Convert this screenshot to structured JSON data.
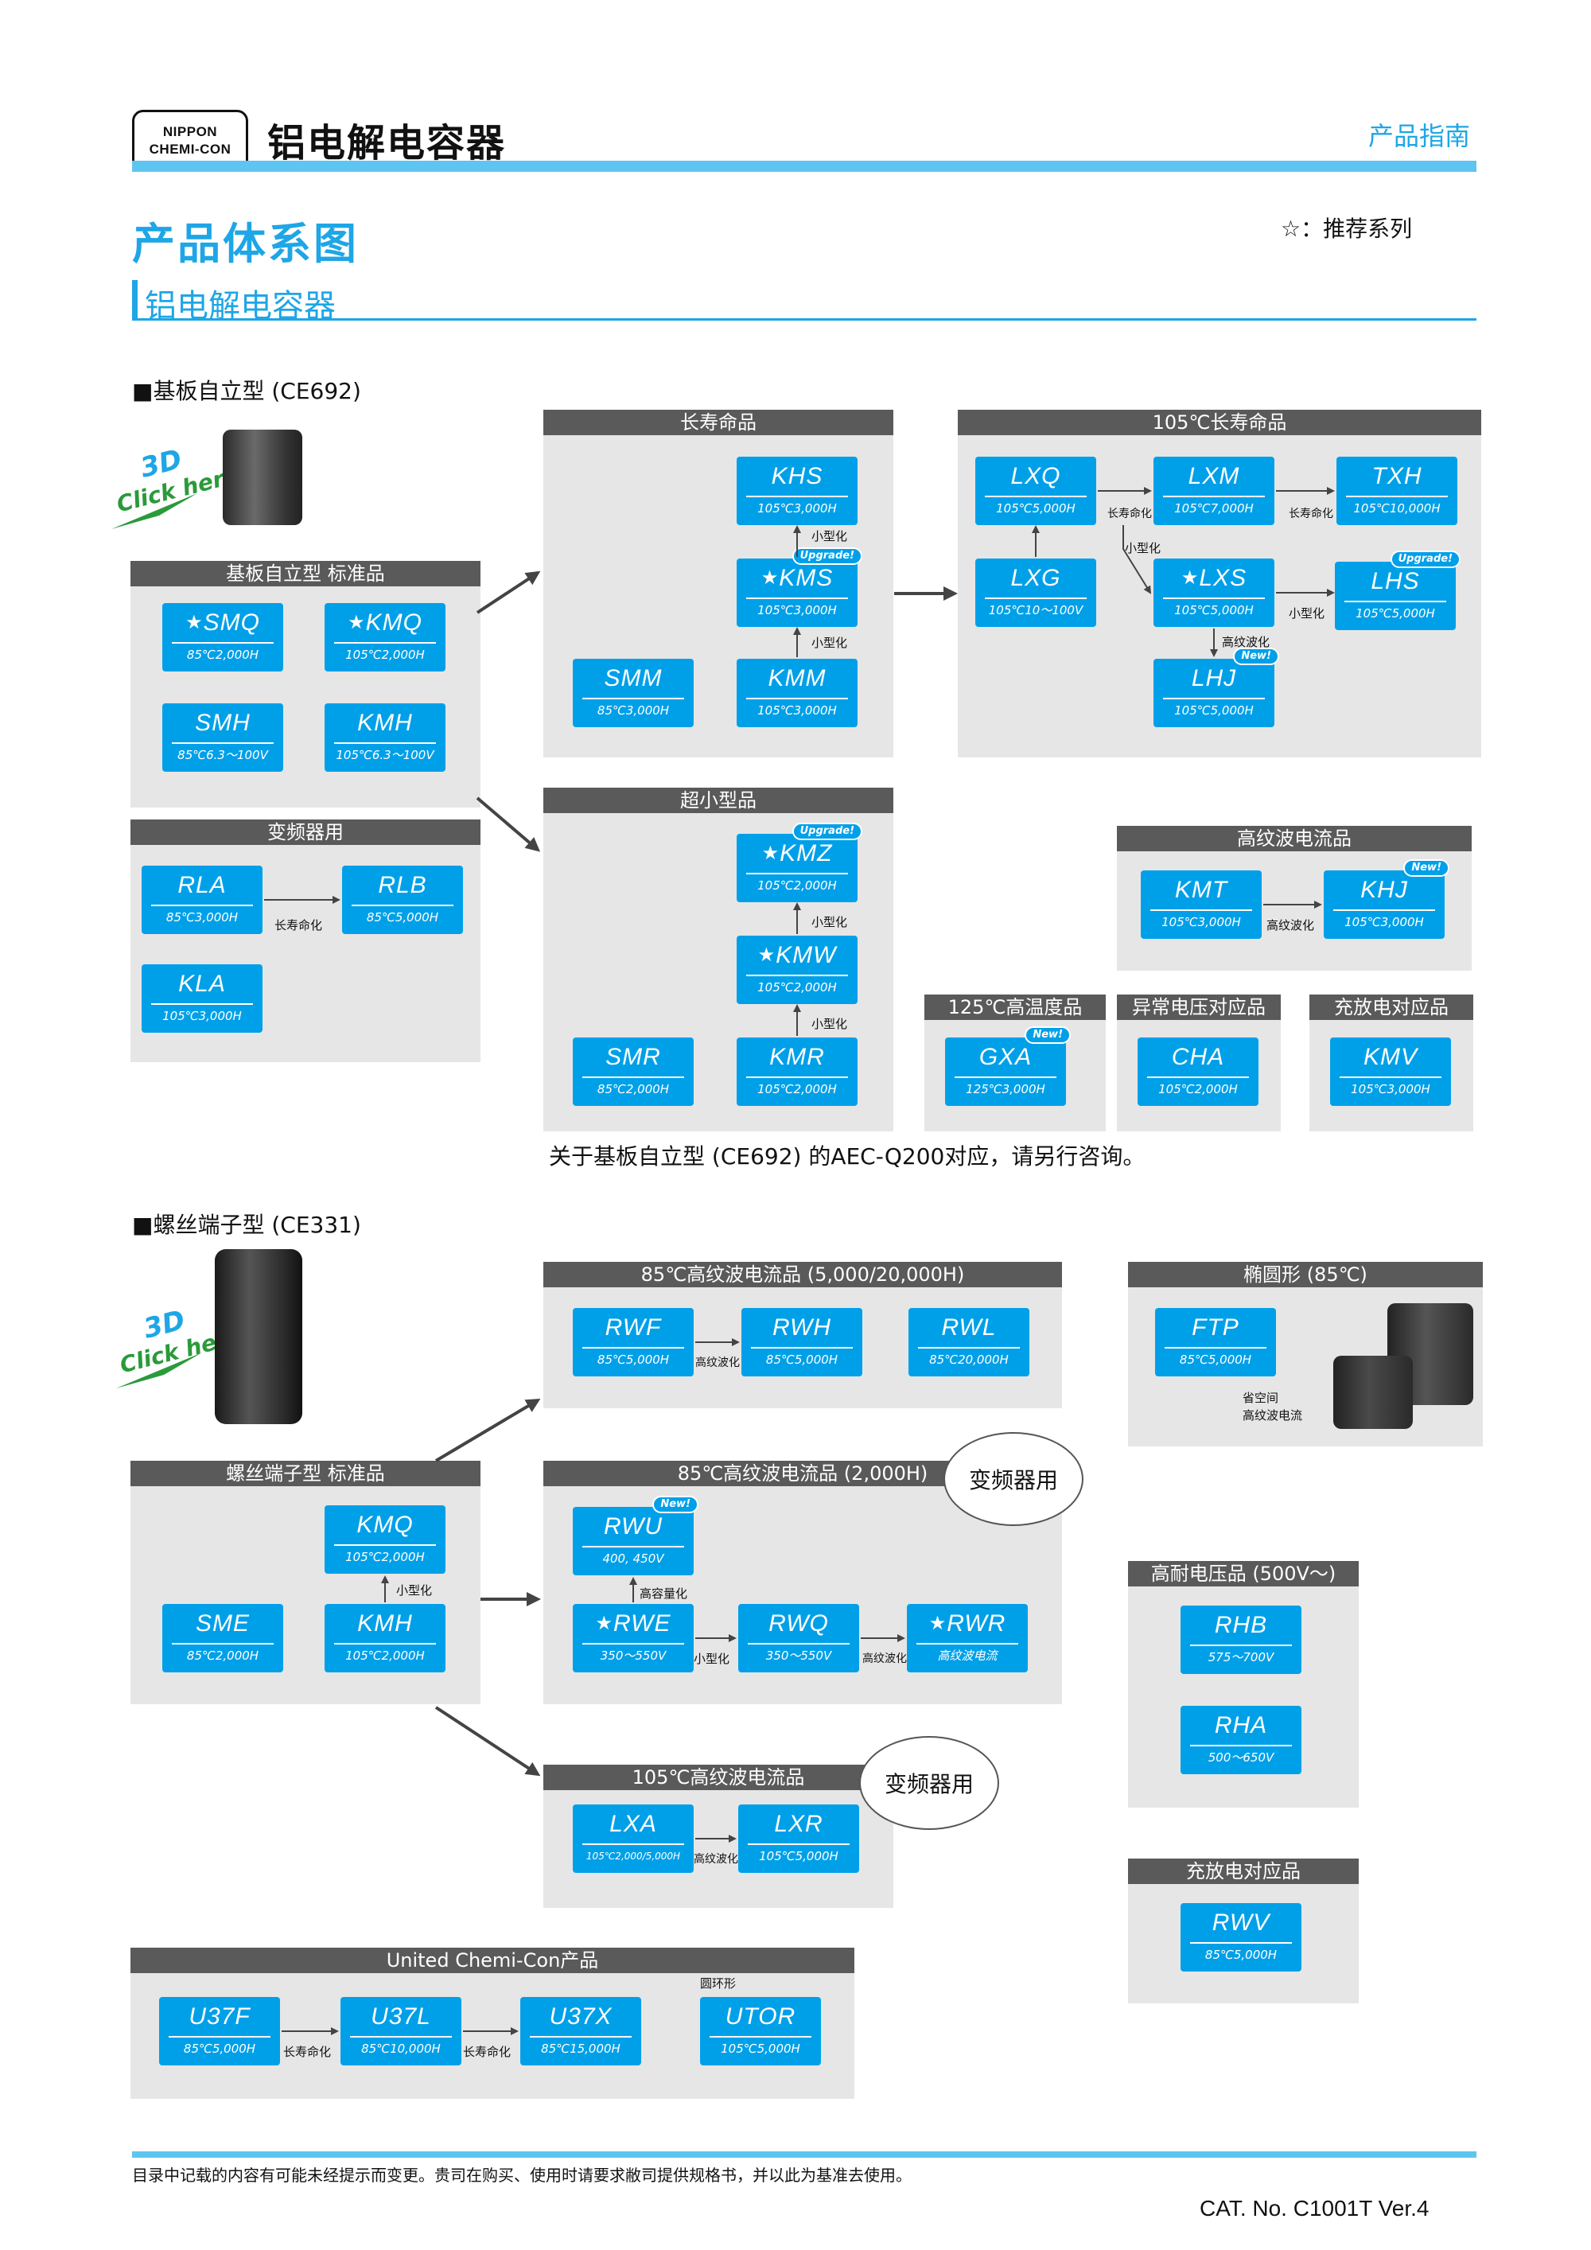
{
  "header": {
    "logo_line1": "NIPPON",
    "logo_line2": "CHEMI-CON",
    "title": "铝电解电容器",
    "guide": "产品指南"
  },
  "page": {
    "title": "产品体系图",
    "legend": "☆：推荐系列",
    "subtitle": "铝电解电容器"
  },
  "snap": {
    "heading": "■基板自立型 (CE692)",
    "click_3d": "3D",
    "click_text": "Click here!",
    "note": "关于基板自立型 (CE692) 的AEC-Q200对应，请另行咨询。",
    "panels": {
      "standard": "基板自立型 标准品",
      "inverter": "变频器用",
      "long_life": "长寿命品",
      "long_life_105": "105℃长寿命品",
      "ultra_small": "超小型品",
      "high_ripple": "高纹波电流品",
      "high_temp": "125℃高温度品",
      "abnormal_voltage": "异常电压对应品",
      "charge_discharge": "充放电对应品"
    },
    "series": {
      "SMQ": {
        "name": "SMQ",
        "spec": "85℃2,000H"
      },
      "KMQ": {
        "name": "KMQ",
        "spec": "105℃2,000H"
      },
      "SMH": {
        "name": "SMH",
        "spec": "85℃6.3～100V"
      },
      "KMH": {
        "name": "KMH",
        "spec": "105℃6.3～100V"
      },
      "RLA": {
        "name": "RLA",
        "spec": "85℃3,000H"
      },
      "RLB": {
        "name": "RLB",
        "spec": "85℃5,000H"
      },
      "KLA": {
        "name": "KLA",
        "spec": "105℃3,000H"
      },
      "KHS": {
        "name": "KHS",
        "spec": "105℃3,000H"
      },
      "KMS": {
        "name": "KMS",
        "spec": "105℃3,000H"
      },
      "SMM": {
        "name": "SMM",
        "spec": "85℃3,000H"
      },
      "KMM": {
        "name": "KMM",
        "spec": "105℃3,000H"
      },
      "LXQ": {
        "name": "LXQ",
        "spec": "105℃5,000H"
      },
      "LXM": {
        "name": "LXM",
        "spec": "105℃7,000H"
      },
      "TXH": {
        "name": "TXH",
        "spec": "105℃10,000H"
      },
      "LXG": {
        "name": "LXG",
        "spec": "105℃10～100V"
      },
      "LXS": {
        "name": "LXS",
        "spec": "105℃5,000H"
      },
      "LHS": {
        "name": "LHS",
        "spec": "105℃5,000H"
      },
      "LHJ": {
        "name": "LHJ",
        "spec": "105℃5,000H"
      },
      "KMZ": {
        "name": "KMZ",
        "spec": "105℃2,000H"
      },
      "KMW": {
        "name": "KMW",
        "spec": "105℃2,000H"
      },
      "SMR": {
        "name": "SMR",
        "spec": "85℃2,000H"
      },
      "KMR": {
        "name": "KMR",
        "spec": "105℃2,000H"
      },
      "KMT": {
        "name": "KMT",
        "spec": "105℃3,000H"
      },
      "KHJ": {
        "name": "KHJ",
        "spec": "105℃3,000H"
      },
      "GXA": {
        "name": "GXA",
        "spec": "125℃3,000H"
      },
      "CHA": {
        "name": "CHA",
        "spec": "105℃2,000H"
      },
      "KMV": {
        "name": "KMV",
        "spec": "105℃3,000H"
      }
    }
  },
  "screw": {
    "heading": "■螺丝端子型 (CE331)",
    "click_3d": "3D",
    "click_text": "Click here!",
    "panels": {
      "standard": "螺丝端子型 标准品",
      "ripple85_long": "85℃高纹波电流品 (5,000/20,000H)",
      "ripple85_2000": "85℃高纹波电流品 (2,000H)",
      "ripple105": "105℃高纹波电流品",
      "oval": "椭圆形 (85℃)",
      "high_voltage": "高耐电压品 (500V～)",
      "charge_discharge": "充放电对应品",
      "united": "United Chemi-Con产品"
    },
    "inverter_oval": "变频器用",
    "ftp_note1": "省空间",
    "ftp_note2": "高纹波电流",
    "toroidal": "圆环形",
    "series": {
      "KMQ": {
        "name": "KMQ",
        "spec": "105℃2,000H"
      },
      "SME": {
        "name": "SME",
        "spec": "85℃2,000H"
      },
      "KMH": {
        "name": "KMH",
        "spec": "105℃2,000H"
      },
      "RWF": {
        "name": "RWF",
        "spec": "85℃5,000H"
      },
      "RWH": {
        "name": "RWH",
        "spec": "85℃5,000H"
      },
      "RWL": {
        "name": "RWL",
        "spec": "85℃20,000H"
      },
      "RWU": {
        "name": "RWU",
        "spec": "400, 450V"
      },
      "RWE": {
        "name": "RWE",
        "spec": "350～550V"
      },
      "RWQ": {
        "name": "RWQ",
        "spec": "350～550V"
      },
      "RWR": {
        "name": "RWR",
        "spec": "高纹波电流"
      },
      "LXA": {
        "name": "LXA",
        "spec": "105℃2,000/5,000H"
      },
      "LXR": {
        "name": "LXR",
        "spec": "105℃5,000H"
      },
      "FTP": {
        "name": "FTP",
        "spec": "85℃5,000H"
      },
      "RHB": {
        "name": "RHB",
        "spec": "575～700V"
      },
      "RHA": {
        "name": "RHA",
        "spec": "500～650V"
      },
      "RWV": {
        "name": "RWV",
        "spec": "85℃5,000H"
      },
      "U37F": {
        "name": "U37F",
        "spec": "85℃5,000H"
      },
      "U37L": {
        "name": "U37L",
        "spec": "85℃10,000H"
      },
      "U37X": {
        "name": "U37X",
        "spec": "85℃15,000H"
      },
      "UTOR": {
        "name": "UTOR",
        "spec": "105℃5,000H"
      }
    }
  },
  "labels": {
    "miniaturize": "小型化",
    "long_life": "长寿命化",
    "high_ripple": "高纹波化",
    "high_capacity": "高容量化",
    "star": "★",
    "new": "New!",
    "upgrade": "Upgrade!"
  },
  "footer": {
    "disclaimer": "目录中记载的内容有可能未经提示而变更。贵司在购买、使用时请要求敝司提供规格书，并以此为基准去使用。",
    "catalog": "CAT. No. C1001T Ver.4"
  },
  "colors": {
    "accent": "#1ea6e6",
    "box": "#00a0e9",
    "panel": "#e6e6e6",
    "panel_header": "#5a5a5a"
  }
}
